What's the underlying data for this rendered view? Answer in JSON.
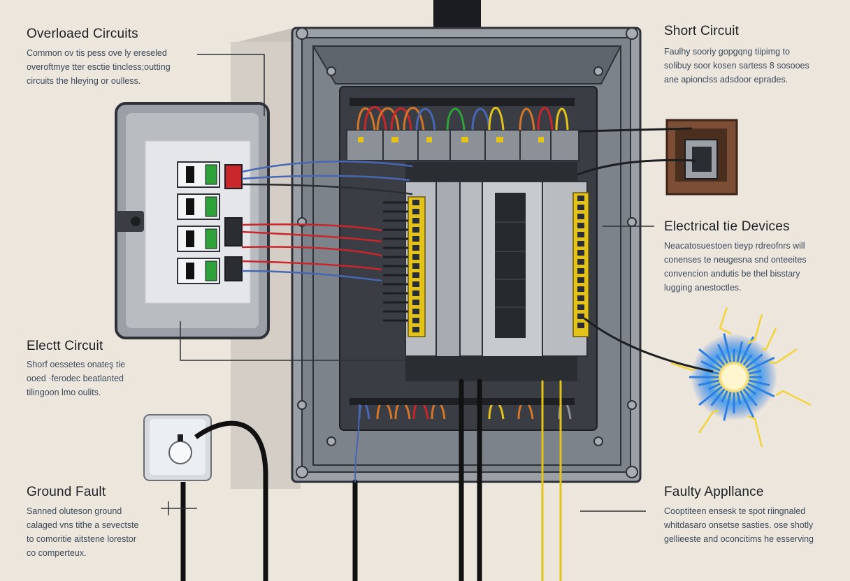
{
  "annotations": {
    "overloaded": {
      "title": "Overloaed Circuits",
      "lines": [
        "Common ov tis pess ove ly ereseled",
        "overoftmye tter esctie tincless;outting",
        "circuits the hleying or oulless."
      ]
    },
    "short_circuit": {
      "title": "Short Circuit",
      "lines": [
        "Faulhy sooriy gopgqng tiipimg to",
        "solibuy soor kosen sartess 8 sosooes",
        "ane apionclss adsdoor eprades."
      ]
    },
    "electrical_devices": {
      "title": "Electrical tie Devices",
      "lines": [
        "Neacatosuestoen tieyp rdreofnrs will",
        "conenses te neugesna snd onteeites",
        "convencion andutis be thel bisstary",
        "lugging anestoctles."
      ]
    },
    "electt_circuit": {
      "title": "Electt Circuit",
      "lines": [
        "Shorf oessetes onateş tie",
        "ooed ·ferodec beatlanted",
        "tilingoon lmo oulits."
      ]
    },
    "ground_fault": {
      "title": "Ground Fault",
      "lines": [
        "Sanned oluteson ground",
        "calaged vns tithe a sevectste",
        "to comoritie aitstene lorestor",
        "co comperteux."
      ]
    },
    "faulty_appliance": {
      "title": "Faulty Appllance",
      "lines": [
        "Cooptiteen ensesk te spot riingnaled",
        "whitdasaro onsetse sasties. ose shotly",
        "gellieeste and oconcitims he esserving"
      ]
    }
  },
  "colors": {
    "background": "#ece6dd",
    "enclosure": "#8c9198",
    "enclosure_dark": "#3c4148",
    "breaker_green": "#2ea13b",
    "terminal_yellow": "#e3c21a",
    "wire_red": "#c8262b",
    "wire_blue": "#4867b3",
    "wire_orange": "#d3762a",
    "spark_blue": "#2d7fe0",
    "spark_yellow": "#f2d33a"
  },
  "icons": [
    "electrical-panel",
    "breaker-box",
    "junction-box",
    "wall-outlet",
    "spark-icon",
    "power-conduit"
  ]
}
